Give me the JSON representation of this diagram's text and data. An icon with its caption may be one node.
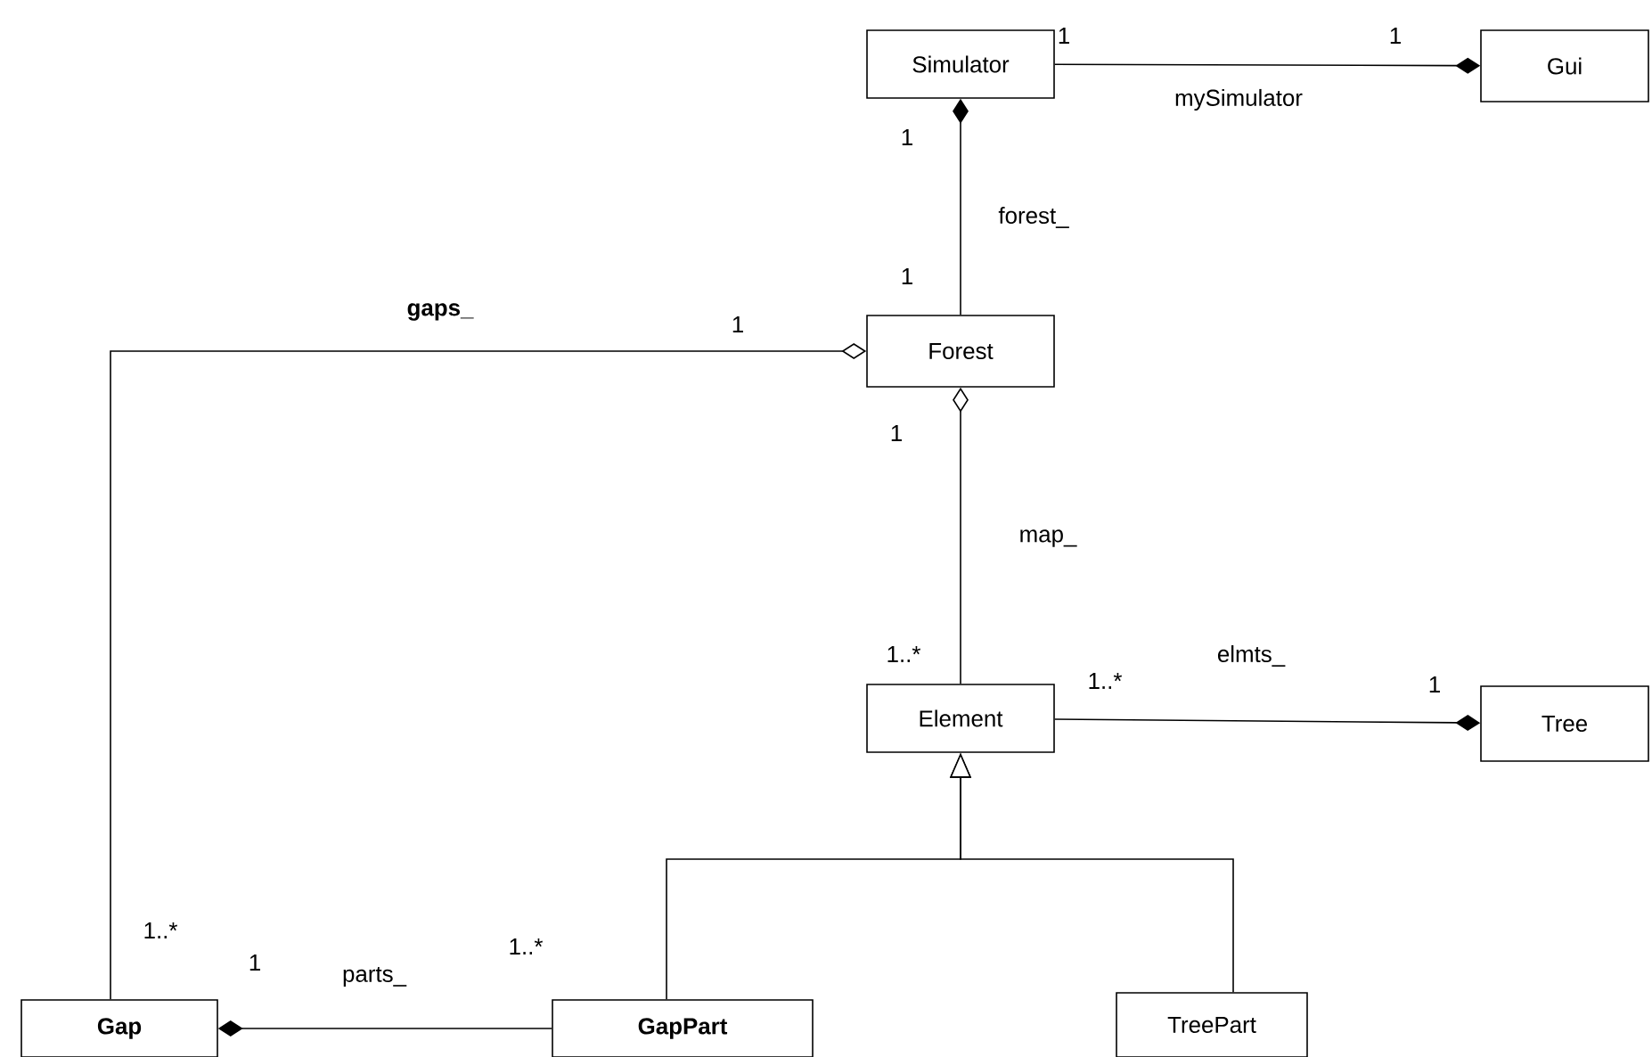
{
  "diagram": {
    "nodes": [
      {
        "text": [
          "Simulator"
        ]
      },
      {
        "text": [
          "Gui"
        ]
      },
      {
        "text": [
          "Forest"
        ]
      },
      {
        "text": [
          "Element"
        ]
      },
      {
        "text": [
          "Tree"
        ]
      },
      {
        "text": [
          "Gap"
        ]
      },
      {
        "text": [
          "GapPart"
        ]
      },
      {
        "text": [
          "TreePart"
        ]
      }
    ],
    "edges": [
      {
        "from": 0,
        "to": 1,
        "arrow": "other",
        "label": "mySimulator"
      },
      {
        "from": 2,
        "to": 0,
        "arrow": "other",
        "label": "forest_"
      },
      {
        "from": 5,
        "to": 2,
        "arrow": "other",
        "label": "gaps_"
      },
      {
        "from": 3,
        "to": 2,
        "arrow": "other",
        "label": "map_"
      },
      {
        "from": 3,
        "to": 4,
        "arrow": "other",
        "label": "elmts_"
      },
      {
        "from": 6,
        "to": 5,
        "arrow": "other",
        "label": "parts_"
      },
      {
        "from": 6,
        "to": 3,
        "arrow": "to"
      },
      {
        "from": 7,
        "to": 3,
        "arrow": "to"
      }
    ],
    "labels": [
      "1",
      "1",
      "1",
      "1",
      "1",
      "1",
      "1..*",
      "1..*",
      "1",
      "1..*",
      "1",
      "1..*"
    ]
  }
}
